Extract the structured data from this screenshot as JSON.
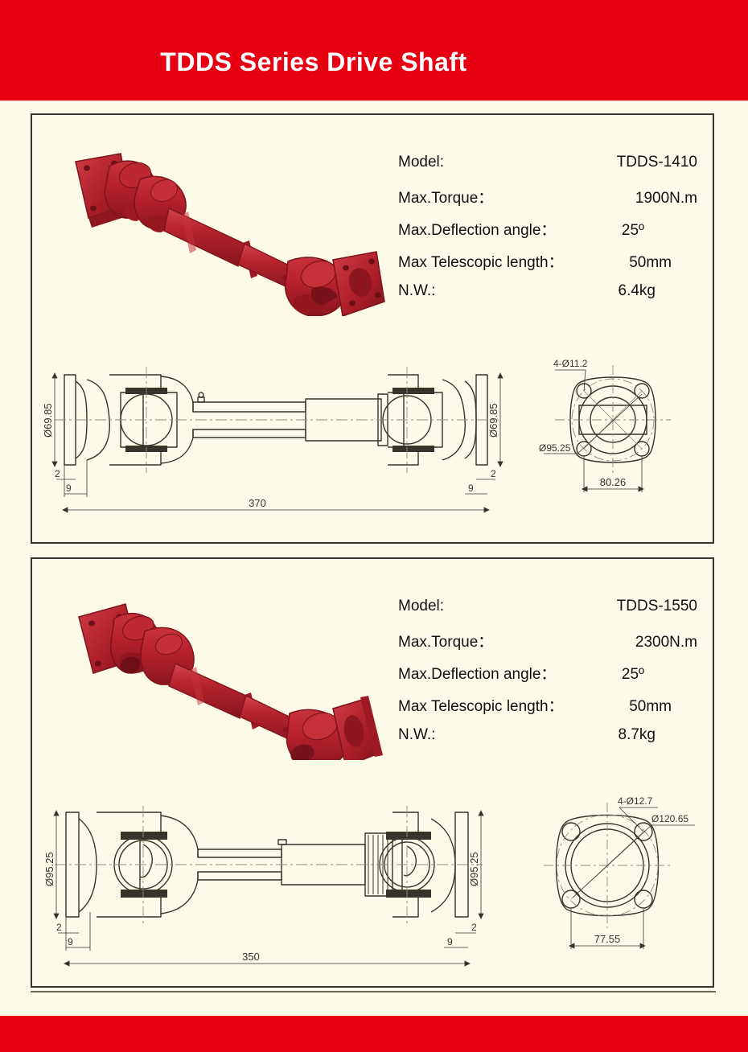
{
  "header": {
    "title": "TDDS Series Drive Shaft",
    "bar_color": "#e60012"
  },
  "footer": {
    "bar_color": "#e60012"
  },
  "page": {
    "background_color": "#fdfbe8",
    "panel_border_color": "#35352c",
    "product_color": "#b5202c"
  },
  "panels": [
    {
      "photo_alt": "TDDS-1410 drive shaft product photo",
      "specs": [
        {
          "label": "Model:",
          "value": "TDDS-1410"
        },
        {
          "label": "Max.Torque：",
          "value": "1900N.m"
        },
        {
          "label": "Max.Deflection angle：",
          "value": "25º"
        },
        {
          "label": "Max Telescopic length：",
          "value": "50mm"
        },
        {
          "label": "N.W.:",
          "value": "6.4kg"
        }
      ],
      "drawing": {
        "left_flange_dia": "Ø69.85",
        "left_thickness": "2",
        "left_hub": "9",
        "right_flange_dia": "Ø69.85",
        "right_thickness": "2",
        "right_hub": "9",
        "overall_length": "370",
        "face_bolt_note": "4-Ø11.2",
        "face_bolt_circle": "Ø95.25",
        "face_width": "80.26"
      }
    },
    {
      "photo_alt": "TDDS-1550 drive shaft product photo",
      "specs": [
        {
          "label": "Model:",
          "value": "TDDS-1550"
        },
        {
          "label": "Max.Torque：",
          "value": "2300N.m"
        },
        {
          "label": "Max.Deflection angle：",
          "value": "25º"
        },
        {
          "label": "Max Telescopic length：",
          "value": "50mm"
        },
        {
          "label": "N.W.:",
          "value": "8.7kg"
        }
      ],
      "drawing": {
        "left_flange_dia": "Ø95.25",
        "left_thickness": "2",
        "left_hub": "9",
        "right_flange_dia": "Ø95.25",
        "right_thickness": "2",
        "right_hub": "9",
        "overall_length": "350",
        "face_bolt_note": "4-Ø12.7",
        "face_bolt_circle": "Ø120.65",
        "face_width": "77.55"
      }
    }
  ]
}
